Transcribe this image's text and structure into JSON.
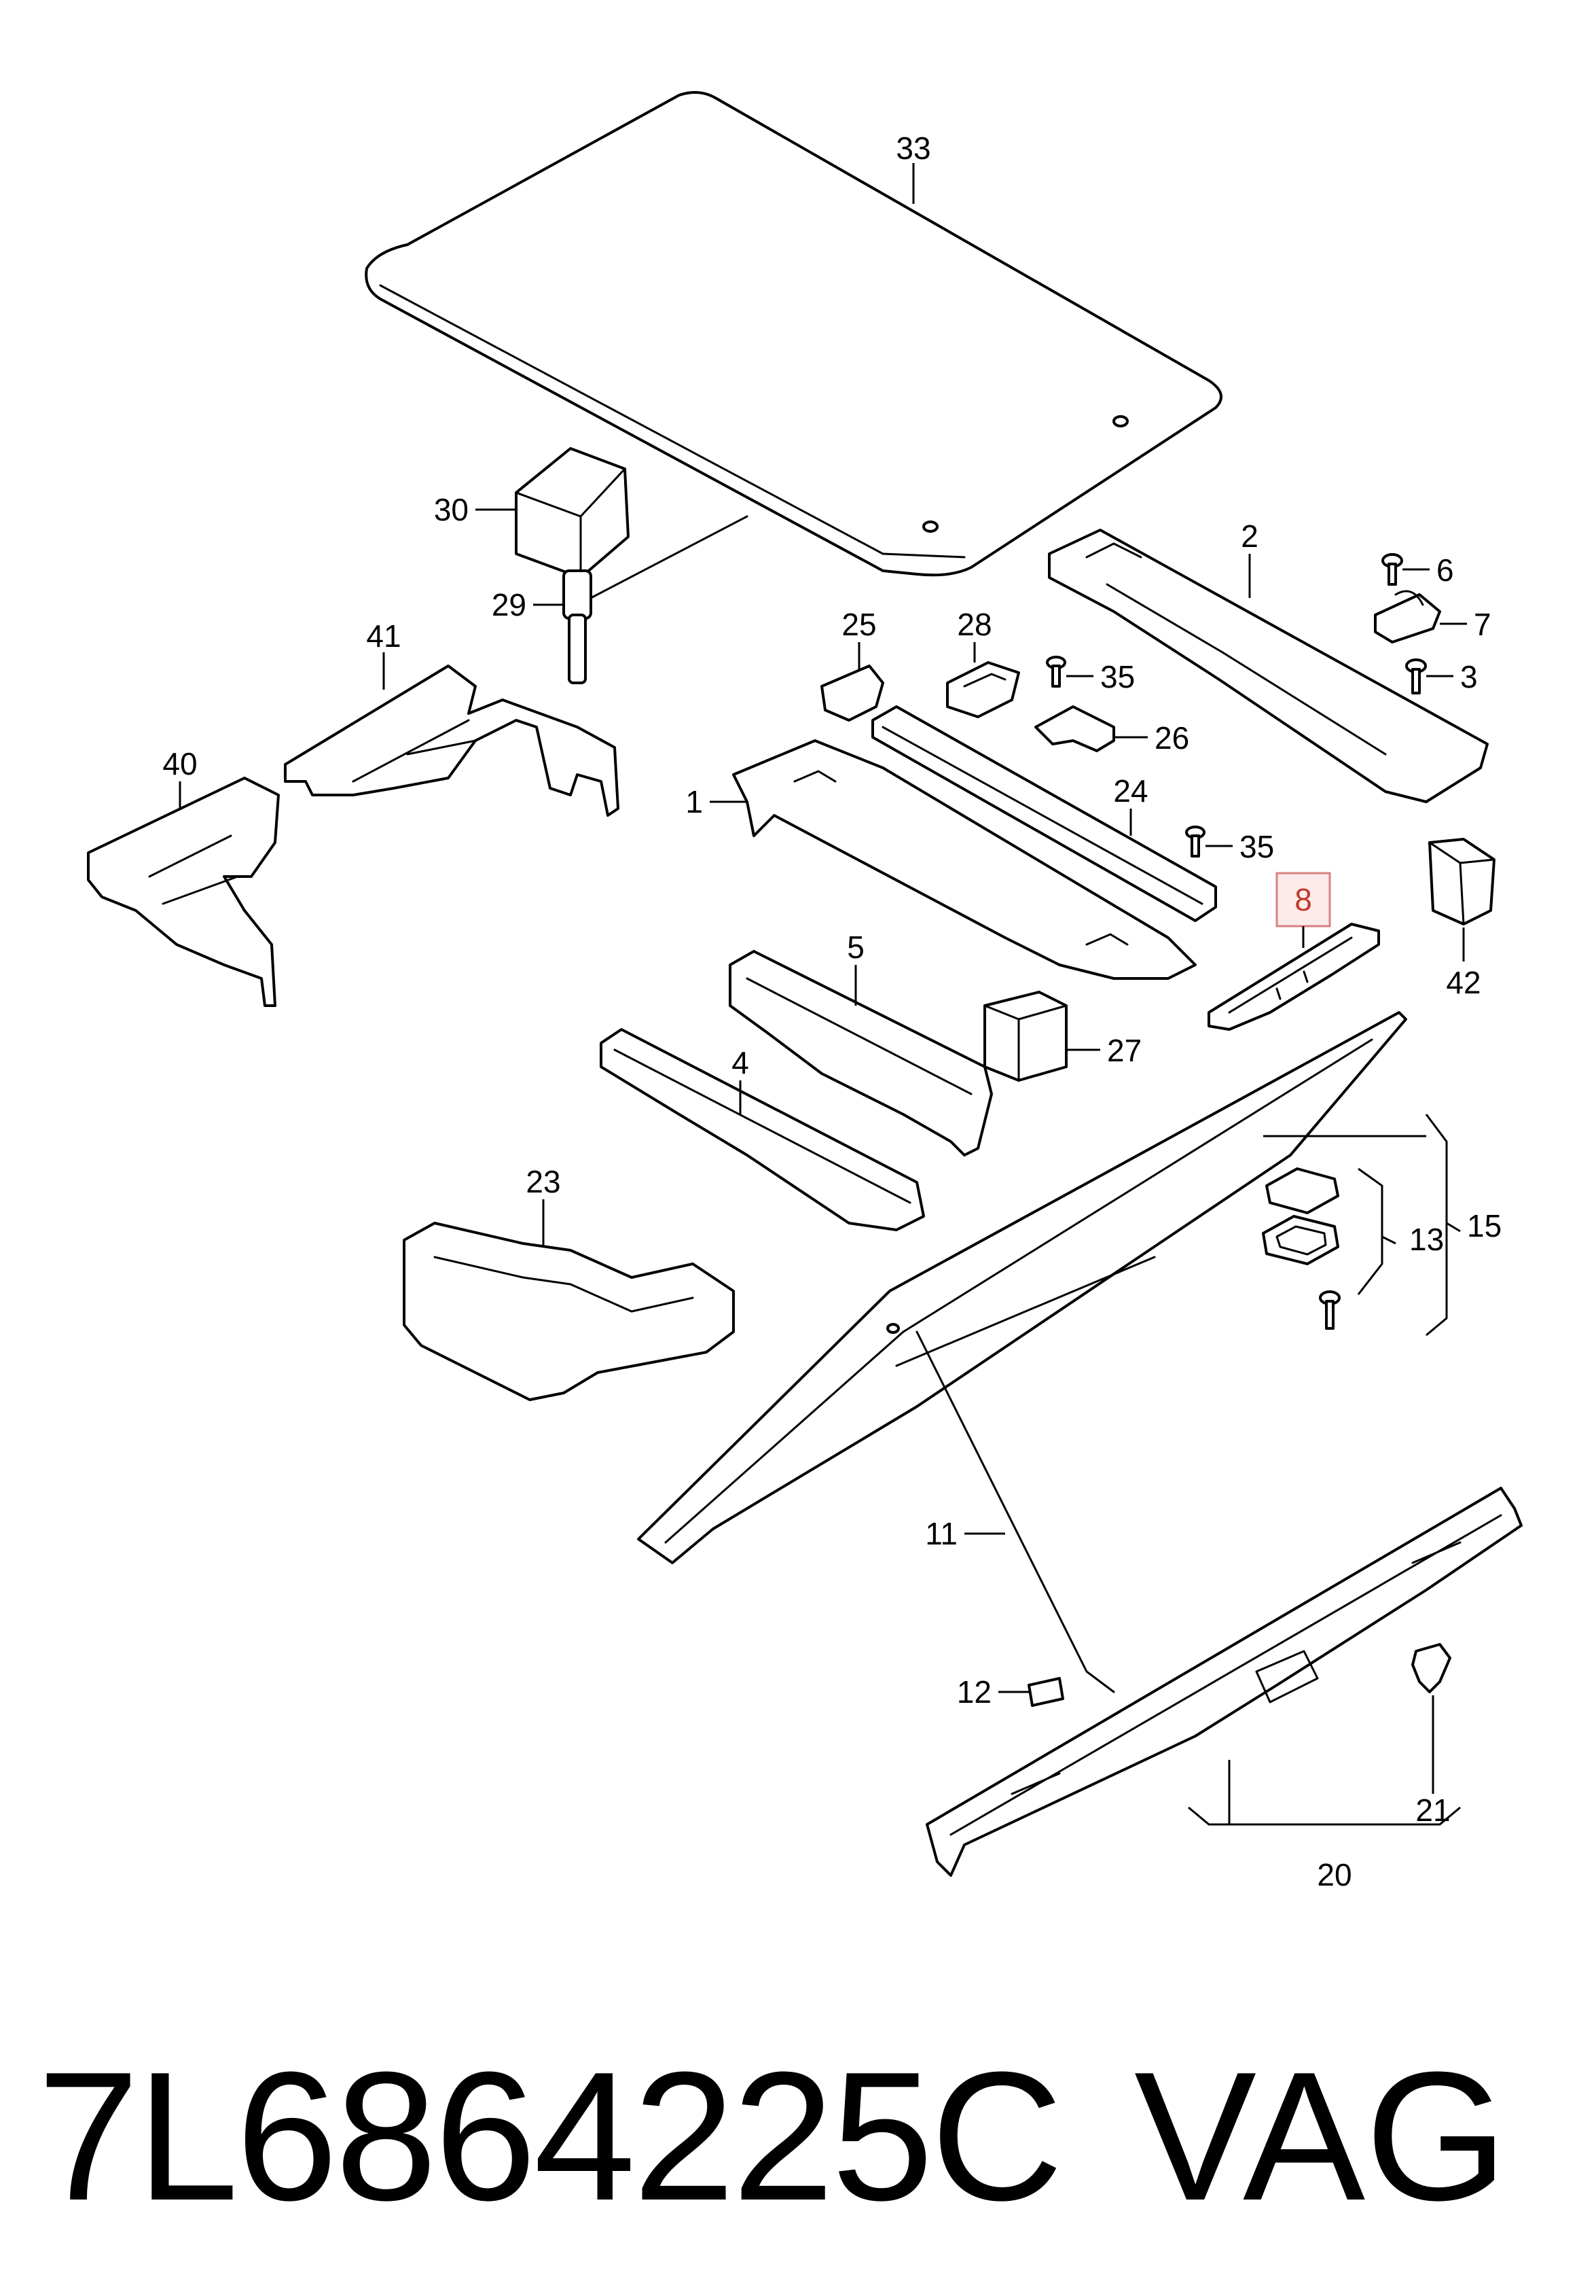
{
  "diagram": {
    "callouts": {
      "c1": "1",
      "c2": "2",
      "c3": "3",
      "c4": "4",
      "c5": "5",
      "c6": "6",
      "c7": "7",
      "c8": "8",
      "c11": "11",
      "c12": "12",
      "c13": "13",
      "c15": "15",
      "c20": "20",
      "c21": "21",
      "c23": "23",
      "c24": "24",
      "c25": "25",
      "c26": "26",
      "c27": "27",
      "c28": "28",
      "c29": "29",
      "c30": "30",
      "c33": "33",
      "c35a": "35",
      "c35b": "35",
      "c40": "40",
      "c41": "41",
      "c42": "42"
    },
    "highlighted_callout": "8",
    "highlight_color": "#d98080"
  },
  "caption": {
    "part_number": "7L6864225C",
    "brand": "VAG"
  }
}
